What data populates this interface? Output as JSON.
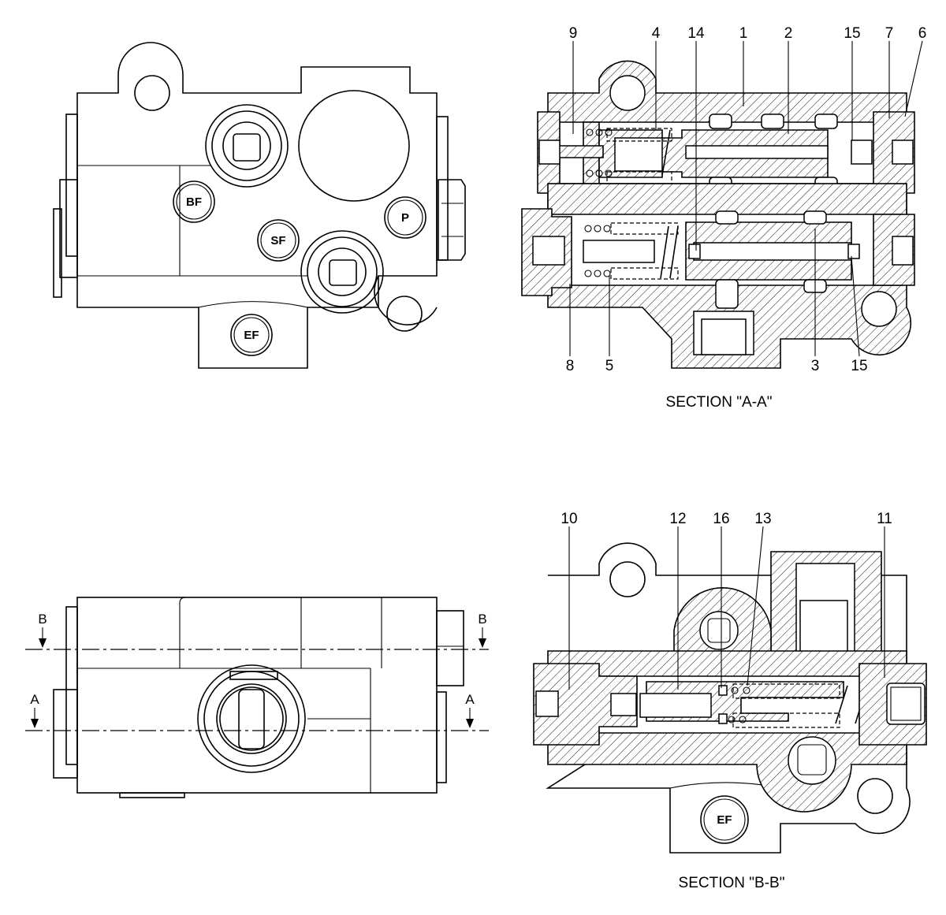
{
  "ports": {
    "bf": "BF",
    "p": "P",
    "sf": "SF",
    "ef_top": "EF",
    "ef_bottom": "EF"
  },
  "section_marks": {
    "b_left": "B",
    "b_right": "B",
    "a_left": "A",
    "a_right": "A"
  },
  "section_aa": {
    "caption": "SECTION \"A-A\"",
    "callouts_top": [
      "9",
      "4",
      "14",
      "1",
      "2",
      "15",
      "7",
      "6"
    ],
    "callouts_bottom": [
      "8",
      "5",
      "3",
      "15"
    ]
  },
  "section_bb": {
    "caption": "SECTION \"B-B\"",
    "callouts_top": [
      "10",
      "12",
      "16",
      "13",
      "11"
    ]
  }
}
